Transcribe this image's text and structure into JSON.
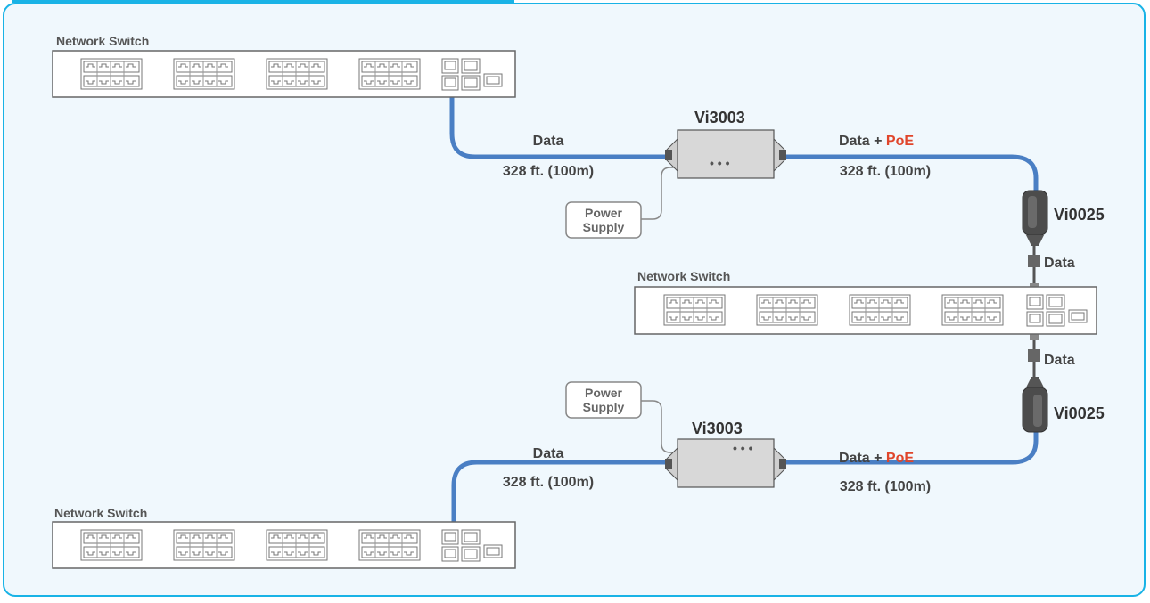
{
  "switches": [
    {
      "label": "Network Switch"
    },
    {
      "label": "Network Switch"
    },
    {
      "label": "Network Switch"
    }
  ],
  "injectors": [
    {
      "label": "Vi3003"
    },
    {
      "label": "Vi3003"
    }
  ],
  "splitters": [
    {
      "label": "Vi0025"
    },
    {
      "label": "Vi0025"
    }
  ],
  "power_supply": {
    "line1": "Power",
    "line2": "Supply"
  },
  "links": {
    "data": "Data",
    "data_plus": "Data + ",
    "poe": "PoE",
    "distance": "328 ft. (100m)"
  },
  "colors": {
    "border": "#19b3e6",
    "background": "#f0f8fd",
    "cable": "#4a7fc4",
    "poe_text": "#e0452b",
    "device_fill": "#d8d8d8"
  }
}
